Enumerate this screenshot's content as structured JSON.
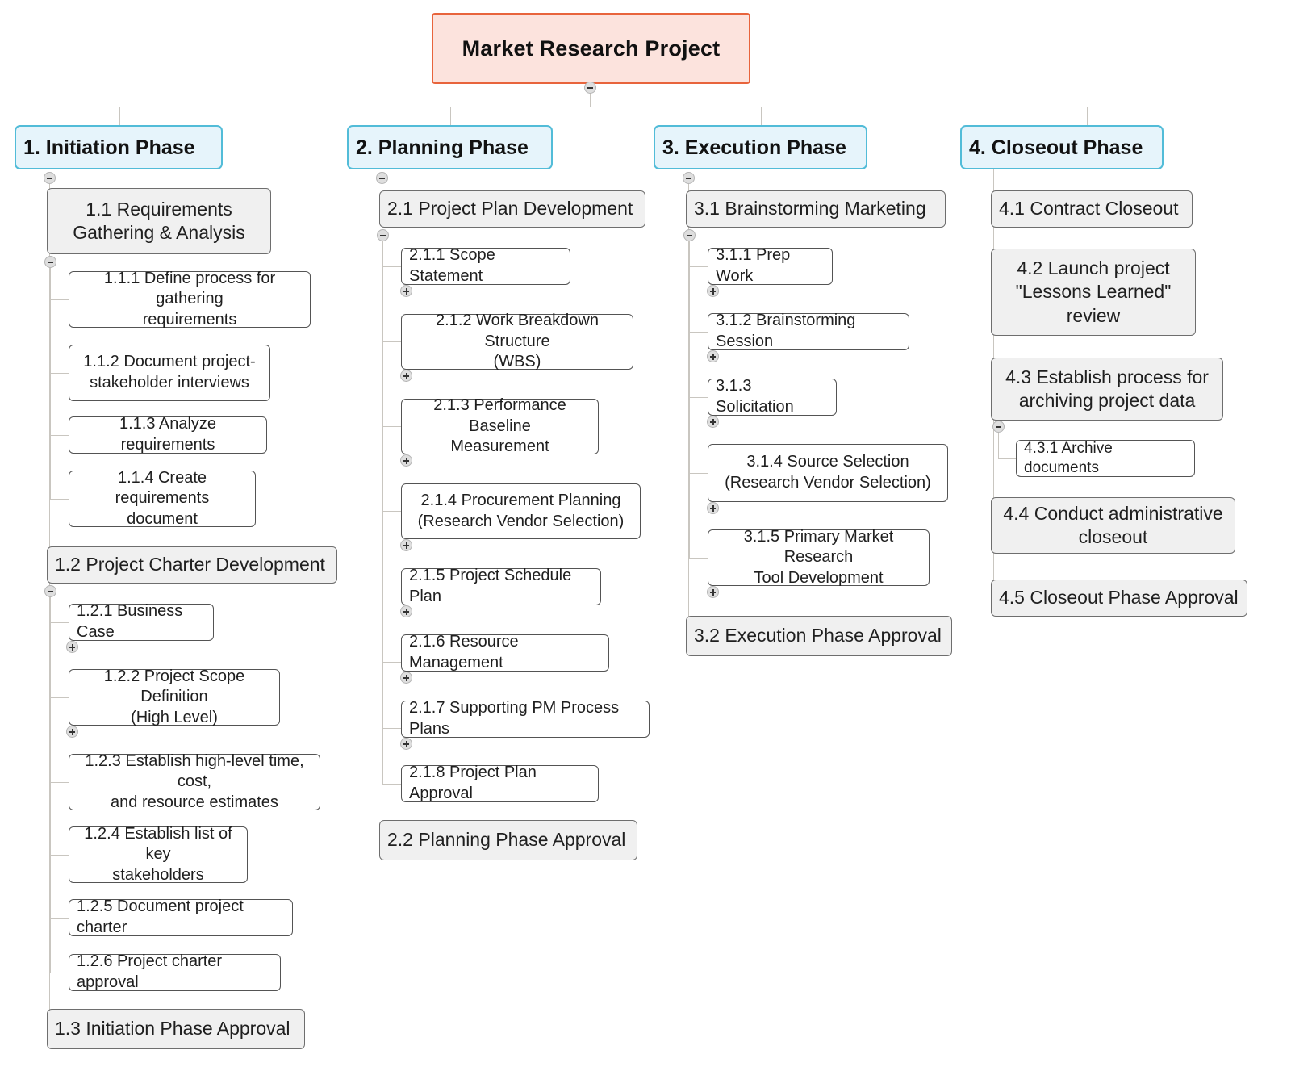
{
  "diagram": {
    "type": "work-breakdown-structure",
    "title": "Market Research Project",
    "colors": {
      "root_fill": "#fce3dd",
      "root_border": "#e8643c",
      "phase_fill": "#e6f4fb",
      "phase_border": "#52bcd8",
      "branch_fill": "#f0f0f0",
      "leaf_fill": "#ffffff",
      "node_border": "#636363",
      "connector": "#c9c6c0",
      "toggle_fill": "#dedede"
    },
    "toggles": {
      "collapse_icon": "minus-toggle-icon",
      "expand_icon": "plus-toggle-icon"
    }
  },
  "root": {
    "label": "Market Research Project"
  },
  "phases": [
    {
      "id": "1",
      "label": "1.  Initiation Phase",
      "children": [
        {
          "id": "1.1",
          "label": "1.1        Requirements\nGathering & Analysis",
          "toggle": "minus",
          "children": [
            {
              "id": "1.1.1",
              "label": "1.1.1  Define process for gathering\nrequirements",
              "toggle": "none"
            },
            {
              "id": "1.1.2",
              "label": "1.1.2     Document project-\nstakeholder interviews",
              "toggle": "none"
            },
            {
              "id": "1.1.3",
              "label": "1.1.3  Analyze requirements",
              "toggle": "none"
            },
            {
              "id": "1.1.4",
              "label": "1.1.4  Create requirements\ndocument",
              "toggle": "none"
            }
          ]
        },
        {
          "id": "1.2",
          "label": "1.2  Project Charter Development",
          "toggle": "minus",
          "children": [
            {
              "id": "1.2.1",
              "label": "1.2.1  Business Case",
              "toggle": "plus"
            },
            {
              "id": "1.2.2",
              "label": "1.2.2  Project Scope Definition\n(High Level)",
              "toggle": "plus"
            },
            {
              "id": "1.2.3",
              "label": "1.2.3  Establish high-level time, cost,\nand resource estimates",
              "toggle": "none"
            },
            {
              "id": "1.2.4",
              "label": "1.2.4  Establish list of key\nstakeholders",
              "toggle": "none"
            },
            {
              "id": "1.2.5",
              "label": "1.2.5  Document project charter",
              "toggle": "none"
            },
            {
              "id": "1.2.6",
              "label": "1.2.6  Project charter approval",
              "toggle": "none"
            }
          ]
        },
        {
          "id": "1.3",
          "label": "1.3  Initiation Phase Approval",
          "toggle": "none",
          "children": []
        }
      ]
    },
    {
      "id": "2",
      "label": "2.  Planning Phase",
      "children": [
        {
          "id": "2.1",
          "label": "2.1  Project Plan Development",
          "toggle": "minus",
          "children": [
            {
              "id": "2.1.1",
              "label": "2.1.1  Scope Statement",
              "toggle": "plus"
            },
            {
              "id": "2.1.2",
              "label": "2.1.2  Work Breakdown Structure\n(WBS)",
              "toggle": "plus"
            },
            {
              "id": "2.1.3",
              "label": "2.1.3  Performance Baseline\nMeasurement",
              "toggle": "plus"
            },
            {
              "id": "2.1.4",
              "label": "2.1.4        Procurement Planning\n(Research Vendor Selection)",
              "toggle": "plus"
            },
            {
              "id": "2.1.5",
              "label": "2.1.5  Project Schedule Plan",
              "toggle": "plus"
            },
            {
              "id": "2.1.6",
              "label": "2.1.6  Resource Management",
              "toggle": "plus"
            },
            {
              "id": "2.1.7",
              "label": "2.1.7  Supporting PM Process Plans",
              "toggle": "plus"
            },
            {
              "id": "2.1.8",
              "label": "2.1.8  Project Plan Approval",
              "toggle": "none"
            }
          ]
        },
        {
          "id": "2.2",
          "label": "2.2  Planning Phase Approval",
          "toggle": "none",
          "children": []
        }
      ]
    },
    {
      "id": "3",
      "label": "3.  Execution Phase",
      "children": [
        {
          "id": "3.1",
          "label": "3.1  Brainstorming Marketing",
          "toggle": "minus",
          "children": [
            {
              "id": "3.1.1",
              "label": "3.1.1  Prep Work",
              "toggle": "plus"
            },
            {
              "id": "3.1.2",
              "label": "3.1.2  Brainstorming Session",
              "toggle": "plus"
            },
            {
              "id": "3.1.3",
              "label": "3.1.3  Solicitation",
              "toggle": "plus"
            },
            {
              "id": "3.1.4",
              "label": "3.1.4            Source Selection\n(Research Vendor Selection)",
              "toggle": "plus"
            },
            {
              "id": "3.1.5",
              "label": "3.1.5  Primary Market Research\nTool Development",
              "toggle": "plus"
            }
          ]
        },
        {
          "id": "3.2",
          "label": "3.2  Execution Phase Approval",
          "toggle": "none",
          "children": []
        }
      ]
    },
    {
      "id": "4",
      "label": "4.  Closeout Phase",
      "children": [
        {
          "id": "4.1",
          "label": "4.1  Contract Closeout",
          "toggle": "none",
          "children": []
        },
        {
          "id": "4.2",
          "label": "4.2      Launch project\n\"Lessons Learned\"\nreview",
          "toggle": "none",
          "children": []
        },
        {
          "id": "4.3",
          "label": "4.3    Establish process for\narchiving project data",
          "toggle": "minus",
          "children": [
            {
              "id": "4.3.1",
              "label": "4.3.1  Archive documents",
              "toggle": "none"
            }
          ]
        },
        {
          "id": "4.4",
          "label": "4.4  Conduct administrative\ncloseout",
          "toggle": "none",
          "children": []
        },
        {
          "id": "4.5",
          "label": "4.5  Closeout Phase Approval",
          "toggle": "none",
          "children": []
        }
      ]
    }
  ]
}
